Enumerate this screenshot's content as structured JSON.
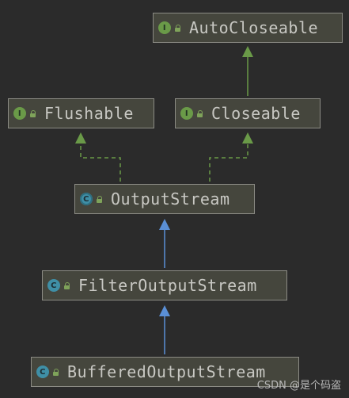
{
  "nodes": {
    "autocloseable": {
      "label": "AutoCloseable",
      "kind": "I"
    },
    "flushable": {
      "label": "Flushable",
      "kind": "I"
    },
    "closeable": {
      "label": "Closeable",
      "kind": "I"
    },
    "outputstream": {
      "label": "OutputStream",
      "kind": "C"
    },
    "filteroutputstream": {
      "label": "FilterOutputStream",
      "kind": "C"
    },
    "bufferedoutputstream": {
      "label": "BufferedOutputStream",
      "kind": "C"
    }
  },
  "edges": [
    {
      "from": "Closeable",
      "to": "AutoCloseable",
      "style": "extends-interface",
      "color": "#6a9a48"
    },
    {
      "from": "OutputStream",
      "to": "Flushable",
      "style": "implements",
      "color": "#6a9a48"
    },
    {
      "from": "OutputStream",
      "to": "Closeable",
      "style": "implements",
      "color": "#6a9a48"
    },
    {
      "from": "FilterOutputStream",
      "to": "OutputStream",
      "style": "extends",
      "color": "#5a8fd6"
    },
    {
      "from": "BufferedOutputStream",
      "to": "FilterOutputStream",
      "style": "extends",
      "color": "#5a8fd6"
    }
  ],
  "colors": {
    "background": "#2b2b2b",
    "node_fill": "#45463d",
    "node_border": "#8b8b84",
    "interface_arrow": "#6a9a48",
    "class_arrow": "#5a8fd6"
  },
  "watermark": "CSDN @是个码盗"
}
